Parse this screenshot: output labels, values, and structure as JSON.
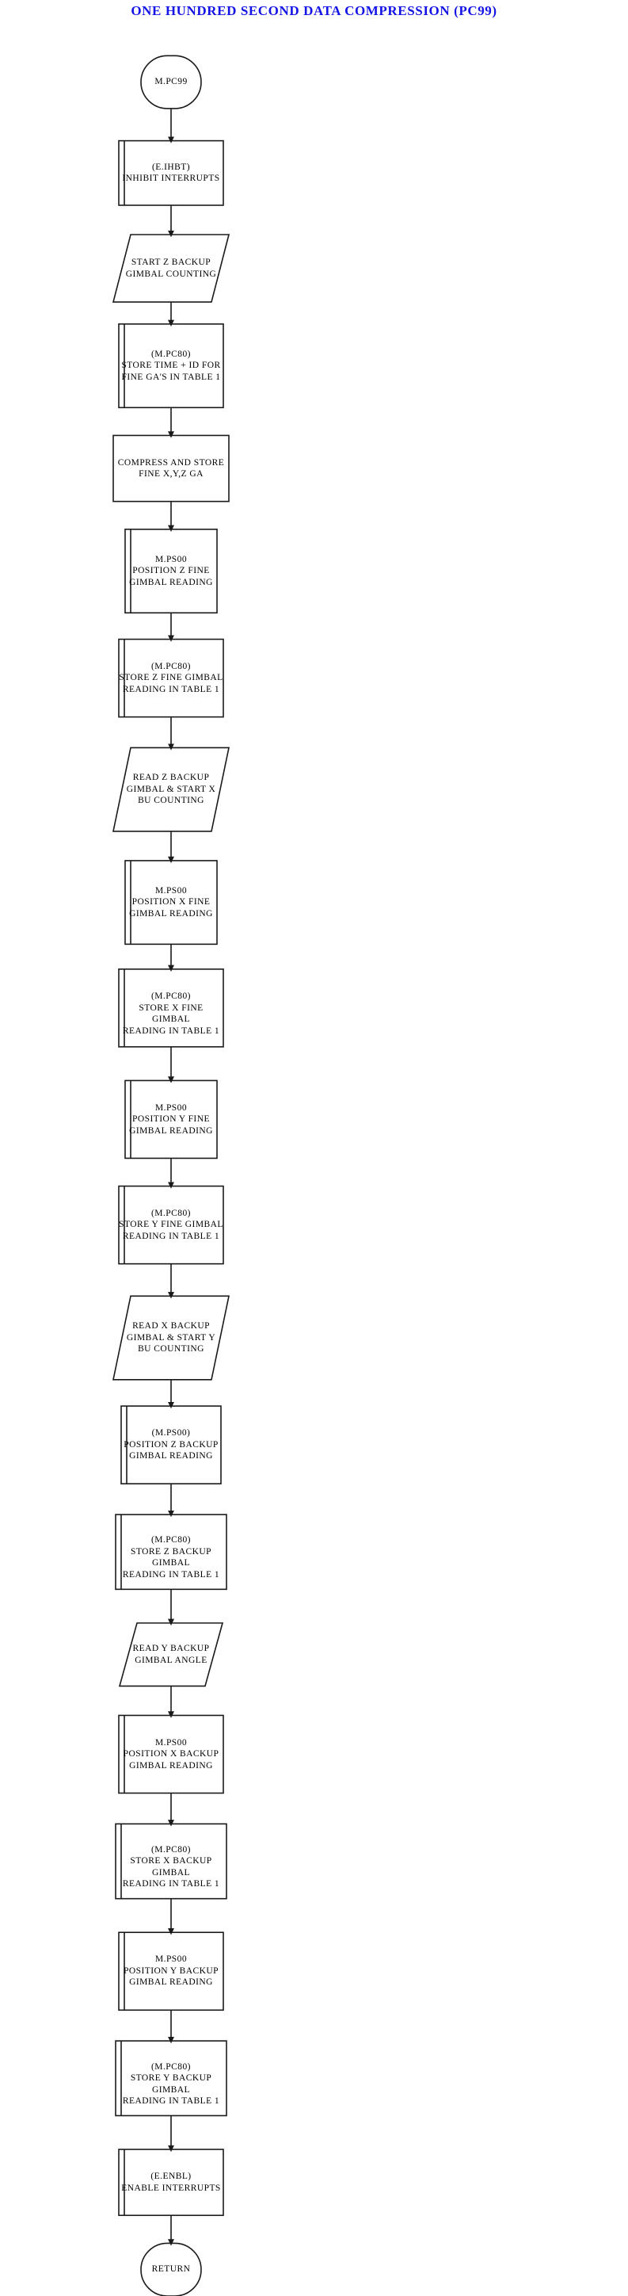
{
  "title": "ONE HUNDRED SECOND DATA COMPRESSION (PC99)",
  "title_color": "#1414e6",
  "stroke_color": "#1a1a1a",
  "fill_color": "#ffffff",
  "diagram": {
    "type": "flowchart",
    "orientation": "top-to-bottom",
    "connector": "straight-arrow",
    "nodes": [
      {
        "id": "n1",
        "shape": "terminator",
        "lines": [
          "M.PC99"
        ]
      },
      {
        "id": "n2",
        "shape": "predefined-process",
        "lines": [
          "(E.IHBT)",
          "INHIBIT INTERRUPTS"
        ]
      },
      {
        "id": "n3",
        "shape": "parallelogram",
        "lines": [
          "START Z BACKUP",
          "GIMBAL COUNTING"
        ]
      },
      {
        "id": "n4",
        "shape": "predefined-process",
        "lines": [
          "(M.PC80)",
          "STORE TIME + ID FOR",
          "FINE GA'S IN TABLE 1"
        ]
      },
      {
        "id": "n5",
        "shape": "process",
        "lines": [
          "COMPRESS AND STORE",
          "FINE X,Y,Z GA"
        ]
      },
      {
        "id": "n6",
        "shape": "predefined-process",
        "lines": [
          "M.PS00",
          "POSITION Z FINE",
          "GIMBAL READING"
        ]
      },
      {
        "id": "n7",
        "shape": "predefined-process",
        "lines": [
          "(M.PC80)",
          "STORE Z FINE GIMBAL",
          "READING IN TABLE 1"
        ]
      },
      {
        "id": "n8",
        "shape": "parallelogram",
        "lines": [
          "READ Z BACKUP",
          "GIMBAL & START X",
          "BU COUNTING"
        ]
      },
      {
        "id": "n9",
        "shape": "predefined-process",
        "lines": [
          "M.PS00",
          "POSITION X FINE",
          "GIMBAL READING"
        ]
      },
      {
        "id": "n10",
        "shape": "predefined-process",
        "lines": [
          "(M.PC80)",
          "STORE X FINE GIMBAL",
          "READING IN TABLE 1"
        ]
      },
      {
        "id": "n11",
        "shape": "predefined-process",
        "lines": [
          "M.PS00",
          "POSITION Y FINE",
          "GIMBAL READING"
        ]
      },
      {
        "id": "n12",
        "shape": "predefined-process",
        "lines": [
          "(M.PC80)",
          "STORE Y FINE GIMBAL",
          "READING IN TABLE 1"
        ]
      },
      {
        "id": "n13",
        "shape": "parallelogram",
        "lines": [
          "READ X BACKUP",
          "GIMBAL & START Y",
          "BU COUNTING"
        ]
      },
      {
        "id": "n14",
        "shape": "predefined-process",
        "lines": [
          "(M.PS00)",
          "POSITION Z BACKUP",
          "GIMBAL READING"
        ]
      },
      {
        "id": "n15",
        "shape": "predefined-process",
        "lines": [
          "(M.PC80)",
          "STORE Z BACKUP GIMBAL",
          "READING IN TABLE 1"
        ]
      },
      {
        "id": "n16",
        "shape": "parallelogram",
        "lines": [
          "READ Y BACKUP",
          "GIMBAL ANGLE"
        ]
      },
      {
        "id": "n17",
        "shape": "predefined-process",
        "lines": [
          "M.PS00",
          "POSITION X BACKUP",
          "GIMBAL READING"
        ]
      },
      {
        "id": "n18",
        "shape": "predefined-process",
        "lines": [
          "(M.PC80)",
          "STORE X BACKUP GIMBAL",
          "READING IN TABLE 1"
        ]
      },
      {
        "id": "n19",
        "shape": "predefined-process",
        "lines": [
          "M.PS00",
          "POSITION Y BACKUP",
          "GIMBAL READING"
        ]
      },
      {
        "id": "n20",
        "shape": "predefined-process",
        "lines": [
          "(M.PC80)",
          "STORE Y BACKUP GIMBAL",
          "READING IN TABLE 1"
        ]
      },
      {
        "id": "n21",
        "shape": "predefined-process",
        "lines": [
          "(E.ENBL)",
          "ENABLE INTERRUPTS"
        ]
      },
      {
        "id": "n22",
        "shape": "terminator",
        "lines": [
          "RETURN"
        ]
      }
    ]
  }
}
